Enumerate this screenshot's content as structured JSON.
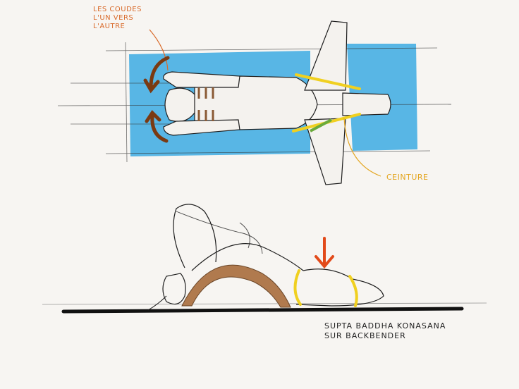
{
  "annotations": {
    "elbows": [
      "LES COUDES",
      "L'UN VERS",
      "L'AUTRE"
    ],
    "belt": "CEINTURE",
    "caption": [
      "SUPTA BADDHA KONASANA",
      "SUR BACKBENDER"
    ]
  },
  "colors": {
    "mat": "#4ab0e4",
    "elbow_arrows": "#7a3a12",
    "belt": "#f0d020",
    "down_arrow": "#e24a1a",
    "backbender": "#b07a4e",
    "floor": "#111111",
    "ink": "#222222"
  }
}
